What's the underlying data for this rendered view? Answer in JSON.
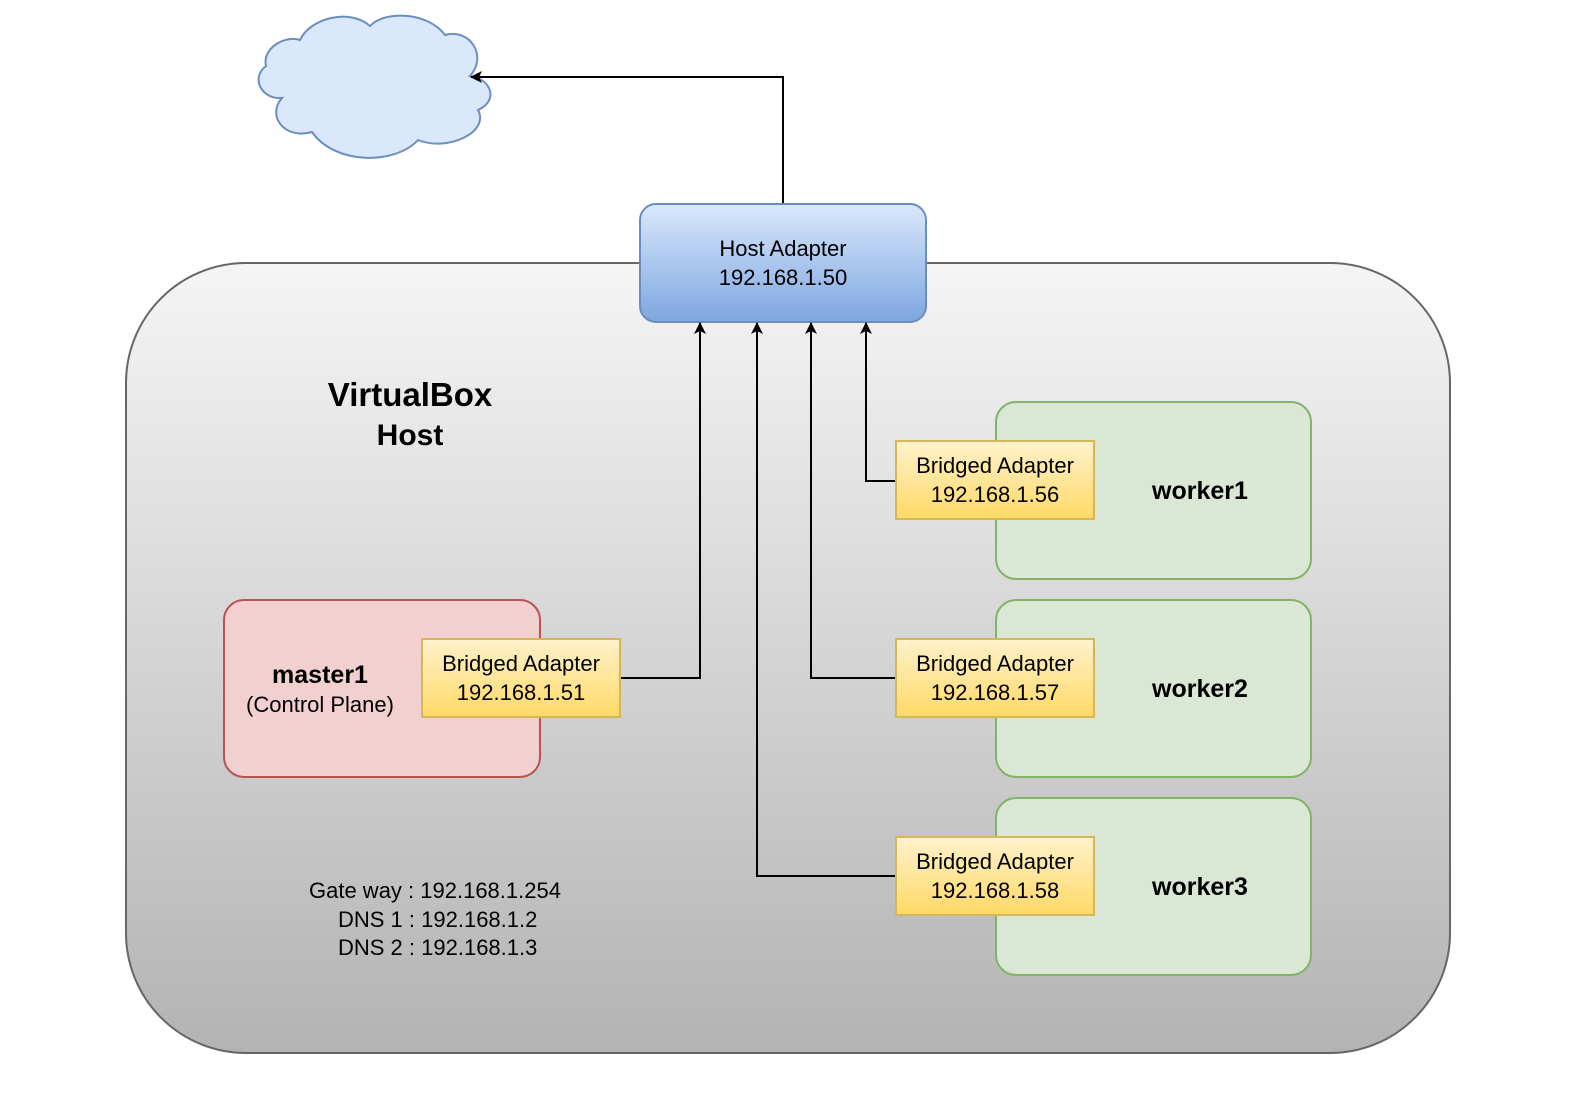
{
  "host": {
    "title_line1": "VirtualBox",
    "title_line2": "Host"
  },
  "host_adapter": {
    "name": "Host Adapter",
    "ip": "192.168.1.50"
  },
  "master": {
    "name": "master1",
    "role": "(Control Plane)",
    "adapter": {
      "name": "Bridged Adapter",
      "ip": "192.168.1.51"
    }
  },
  "workers": [
    {
      "name": "worker1",
      "adapter": {
        "name": "Bridged Adapter",
        "ip": "192.168.1.56"
      }
    },
    {
      "name": "worker2",
      "adapter": {
        "name": "Bridged Adapter",
        "ip": "192.168.1.57"
      }
    },
    {
      "name": "worker3",
      "adapter": {
        "name": "Bridged Adapter",
        "ip": "192.168.1.58"
      }
    }
  ],
  "network_info": {
    "gateway": "Gate way : 192.168.1.254",
    "dns1": "DNS 1 : 192.168.1.2",
    "dns2": "DNS 2 : 192.168.1.3"
  },
  "icons": {
    "internet": "cloud-icon"
  },
  "colors": {
    "host_fill_top": "#f5f5f5",
    "host_fill_bottom": "#b3b3b3",
    "host_stroke": "#666666",
    "adapter_host_top": "#dae8fc",
    "adapter_host_bottom": "#7ea6e0",
    "adapter_host_stroke": "#6c8ebf",
    "bridged_top": "#fff2cc",
    "bridged_bottom": "#ffd966",
    "bridged_stroke": "#d6b656",
    "master_fill": "#f2d0d0",
    "master_stroke": "#b85450",
    "worker_fill": "#d9e7d4",
    "worker_stroke": "#82b366",
    "cloud_fill": "#dae8fc",
    "cloud_stroke": "#6c8ebf"
  }
}
